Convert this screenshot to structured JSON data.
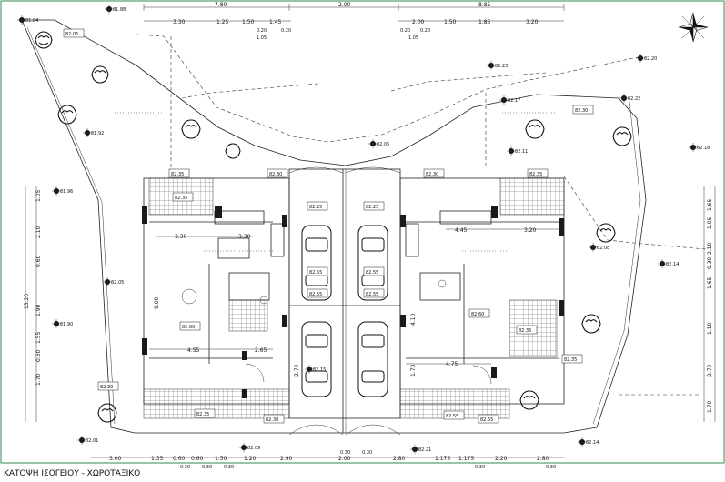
{
  "title": "ΚΑΤΟΨΗ ΙΣΟΓΕΙΟΥ - ΧΩΡΟΤΑΞΙΚΟ",
  "spot_levels": [
    "81.84",
    "81.88",
    "81.92",
    "81.96",
    "82.05",
    "81.90",
    "82.01",
    "82.09",
    "82.15",
    "82.21",
    "82.14",
    "82.23",
    "82.17",
    "82.20",
    "82.22",
    "82.18",
    "82.11",
    "82.05",
    "82.08",
    "82.14"
  ],
  "level_tags": [
    "82.05",
    "82.35",
    "82.30",
    "82.35",
    "82.30",
    "82.35",
    "82.25",
    "82.25",
    "82.55",
    "82.55",
    "82.60",
    "82.60",
    "82.55",
    "82.55",
    "82.35",
    "82.35",
    "82.30",
    "82.30",
    "82.35",
    "82.38",
    "82.55",
    "82.55"
  ],
  "top_dims": [
    "7.80",
    "2.00",
    "8.85"
  ],
  "top_dims_2": [
    "3.30",
    "1.25",
    "1.50",
    "1.45",
    "2.00",
    "1.50",
    "1.85",
    "3.20"
  ],
  "top_dims_3": [
    "0.20",
    "0.20",
    "0.20",
    "0.20",
    "1.05",
    "1.05"
  ],
  "bottom_dims": [
    "3.00",
    "1.35",
    "0.60",
    "0.60",
    "1.50",
    "1.20",
    "2.90",
    "2.00",
    "2.80",
    "1.175",
    "1.175",
    "2.20",
    "2.80"
  ],
  "bottom_dims_2": [
    "0.30",
    "0.30",
    "0.30",
    "0.30",
    "0.30",
    "0.30",
    "0.30"
  ],
  "interior_dims": [
    "3.30",
    "3.30",
    "4.55",
    "2.65",
    "4.75",
    "4.45",
    "3.20",
    "9.00",
    "2.70",
    "4.10",
    "1.70"
  ],
  "left_dims": [
    "1.05",
    "2.10",
    "0.60",
    "1.90",
    "1.55",
    "0.60",
    "1.70",
    "13.20"
  ],
  "right_dims": [
    "1.65",
    "1.05",
    "2.10",
    "0.30",
    "1.65",
    "1.10",
    "2.70",
    "1.70"
  ]
}
